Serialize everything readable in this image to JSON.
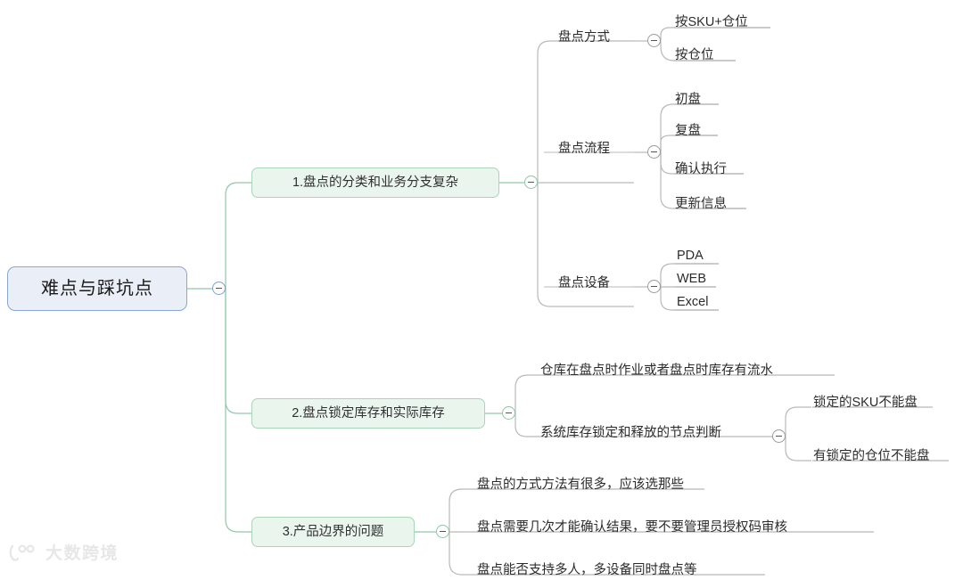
{
  "mindmap": {
    "root": {
      "label": "难点与踩坑点",
      "toggle": "collapse-toggle"
    },
    "branches": [
      {
        "label": "1.盘点的分类和业务分支复杂",
        "children": [
          {
            "label": "盘点方式",
            "children": [
              {
                "label": "按SKU+仓位"
              },
              {
                "label": "按仓位"
              }
            ]
          },
          {
            "label": "盘点流程",
            "children": [
              {
                "label": "初盘"
              },
              {
                "label": "复盘"
              },
              {
                "label": "确认执行"
              },
              {
                "label": "更新信息"
              }
            ]
          },
          {
            "label": "盘点设备",
            "children": [
              {
                "label": "PDA"
              },
              {
                "label": "WEB"
              },
              {
                "label": "Excel"
              }
            ]
          }
        ]
      },
      {
        "label": "2.盘点锁定库存和实际库存",
        "children": [
          {
            "label": "仓库在盘点时作业或者盘点时库存有流水",
            "children": []
          },
          {
            "label": "系统库存锁定和释放的节点判断",
            "children": [
              {
                "label": "锁定的SKU不能盘"
              },
              {
                "label": "有锁定的仓位不能盘"
              }
            ]
          }
        ]
      },
      {
        "label": "3.产品边界的问题",
        "children": [
          {
            "label": "盘点的方式方法有很多，应该选那些"
          },
          {
            "label": "盘点需要几次才能确认结果，要不要管理员授权码审核"
          },
          {
            "label": "盘点能否支持多人，多设备同时盘点等"
          }
        ]
      }
    ]
  },
  "watermark": {
    "text": "大数跨境",
    "logo": "brand-logo-icon"
  },
  "colors": {
    "root_fill": "#e9eef7",
    "root_border": "#8aa8cd",
    "branch_fill": "#eaf5ee",
    "branch_border": "#a9d5ba",
    "spine": "#8fc9a8",
    "link": "#b9b9b9",
    "text": "#2b2b2b",
    "watermark": "#e7e7e7"
  }
}
